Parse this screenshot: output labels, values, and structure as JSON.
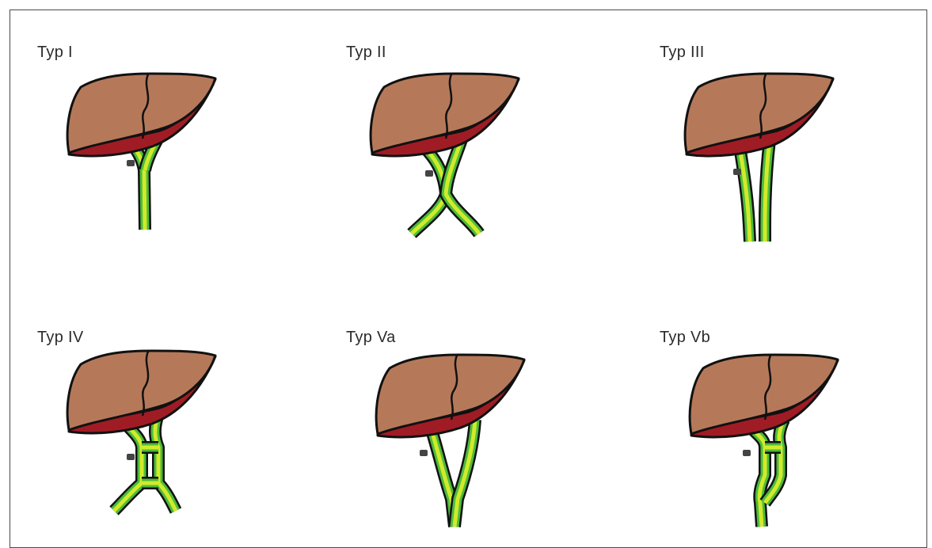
{
  "colors": {
    "liver_surface": "#b5795a",
    "liver_underside": "#a01c25",
    "outline": "#111111",
    "duct_light": "#d2ea2a",
    "duct_dark": "#4cbc3c",
    "vessel_stub": "#444444"
  },
  "panels": [
    {
      "label": "Typ I",
      "variant": "type-1"
    },
    {
      "label": "Typ II",
      "variant": "type-2"
    },
    {
      "label": "Typ III",
      "variant": "type-3"
    },
    {
      "label": "Typ IV",
      "variant": "type-4"
    },
    {
      "label": "Typ Va",
      "variant": "type-5a"
    },
    {
      "label": "Typ Vb",
      "variant": "type-5b"
    }
  ]
}
